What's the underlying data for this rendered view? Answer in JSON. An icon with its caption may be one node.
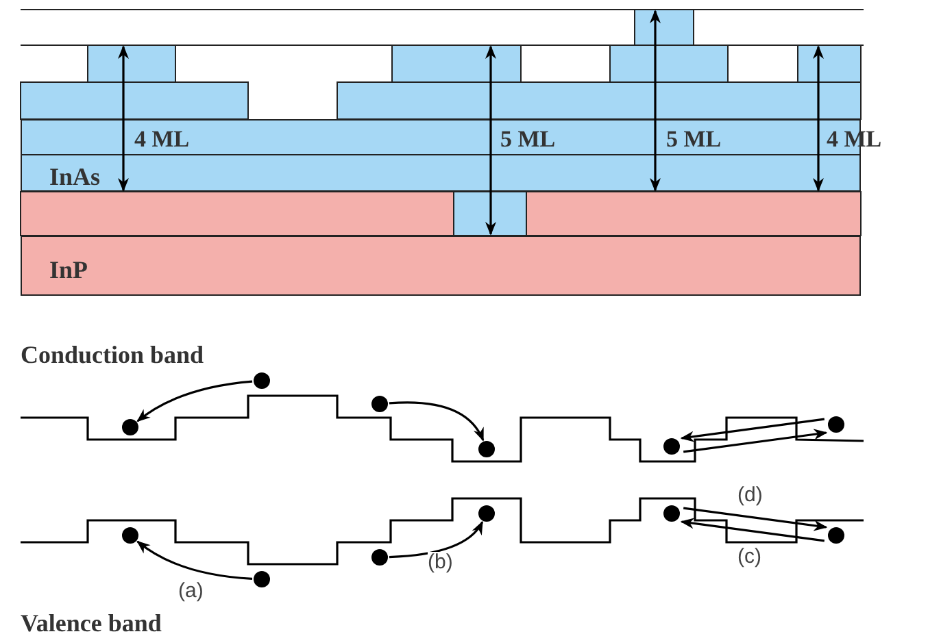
{
  "diagram": {
    "nodes": [
      {
        "text": [
          "InAs"
        ]
      },
      {
        "text": [
          "InP"
        ]
      },
      {
        "text": [],
        "shape": "circle"
      },
      {
        "text": [],
        "shape": "circle"
      },
      {
        "text": [],
        "shape": "circle"
      },
      {
        "text": [],
        "shape": "circle"
      },
      {
        "text": [],
        "shape": "circle"
      },
      {
        "text": [],
        "shape": "circle"
      },
      {
        "text": [],
        "shape": "circle"
      },
      {
        "text": [],
        "shape": "circle"
      },
      {
        "text": [],
        "shape": "circle"
      },
      {
        "text": [],
        "shape": "circle"
      },
      {
        "text": [],
        "shape": "circle"
      },
      {
        "text": [],
        "shape": "circle"
      }
    ],
    "edges": [
      {
        "from": 3,
        "to": 2,
        "arrow": "to"
      },
      {
        "from": 4,
        "to": 5,
        "arrow": "to"
      },
      {
        "from": 7,
        "to": 6,
        "arrow": "to"
      },
      {
        "from": 6,
        "to": 7,
        "arrow": "to"
      },
      {
        "from": 9,
        "to": 8,
        "arrow": "to",
        "label": "(a)"
      },
      {
        "from": 10,
        "to": 11,
        "arrow": "to",
        "label": "(b)"
      },
      {
        "from": 12,
        "to": 13,
        "arrow": "to",
        "label": "(d)"
      },
      {
        "from": 13,
        "to": 12,
        "arrow": "to",
        "label": "(c)"
      }
    ],
    "labels": [
      "4 ML",
      "5 ML",
      "5 ML",
      "4 ML",
      "Conduction band",
      "Valence band"
    ]
  }
}
